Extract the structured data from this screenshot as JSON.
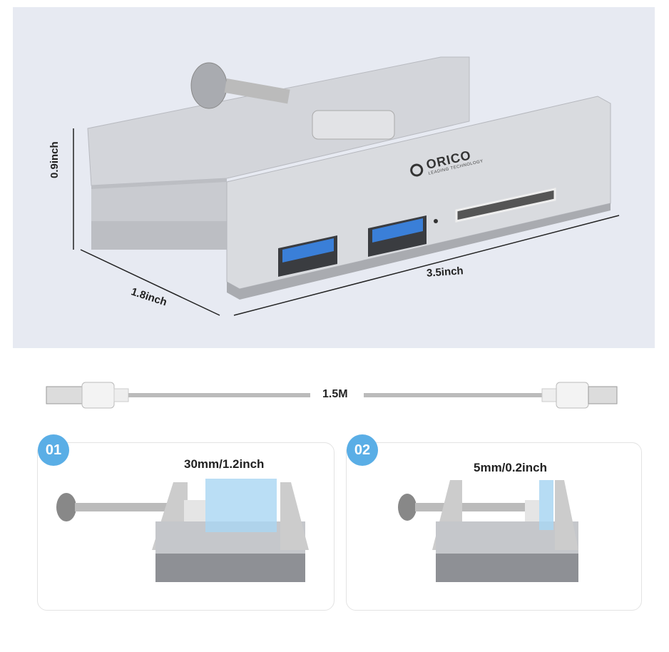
{
  "product": {
    "brand": "ORICO",
    "brand_tagline": "LEADING TECHNOLOGY",
    "dimensions": {
      "height": "0.9inch",
      "depth": "1.8inch",
      "width": "3.5inch"
    }
  },
  "cable": {
    "length": "1.5M"
  },
  "clamp_range": [
    {
      "badge": "01",
      "label": "30mm/1.2inch"
    },
    {
      "badge": "02",
      "label": "5mm/0.2inch"
    }
  ],
  "colors": {
    "panel_bg": "#e7eaf2",
    "badge": "#5aaee6",
    "usb_port": "#3a7fd8",
    "aluminum": "#c9cbd0"
  }
}
